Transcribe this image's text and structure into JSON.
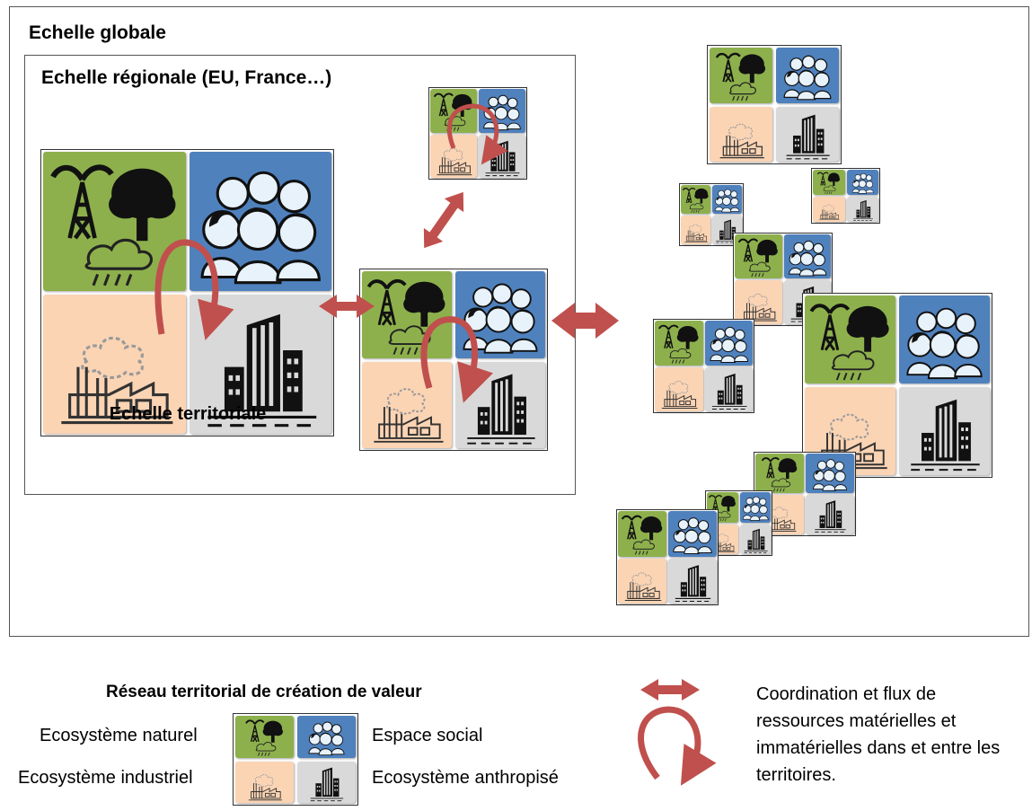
{
  "scales": {
    "global_label": "Echelle globale",
    "regional_label": "Echelle régionale (EU, France…)",
    "territorial_label": "Echelle territoriale"
  },
  "legend": {
    "title": "Réseau territorial de création de valeur",
    "natural": "Ecosystème naturel",
    "industrial": "Ecosystème industriel",
    "social": "Espace social",
    "anthropized": "Ecosystème anthropisé",
    "flow_description": "Coordination et flux de ressources matérielles et immatérielles dans et entre les territoires."
  },
  "colors": {
    "natural": "#8db04c",
    "social": "#4f81bd",
    "industrial": "#fbd4b4",
    "anthropized": "#d9d9d9",
    "arrow": "#c0504d"
  },
  "icons": [
    "oil-derrick-icon",
    "tree-icon",
    "rain-cloud-icon",
    "people-icon",
    "factory-icon",
    "city-building-icon"
  ]
}
